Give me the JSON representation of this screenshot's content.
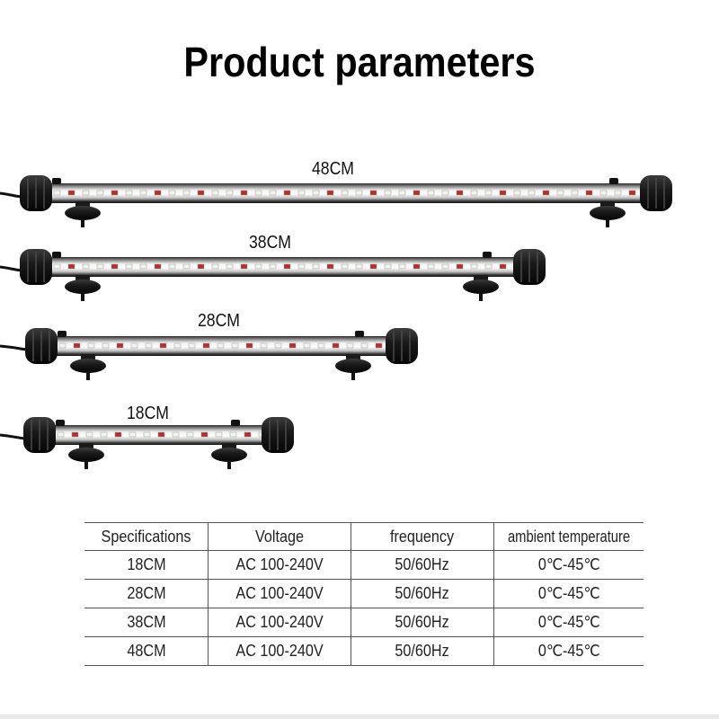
{
  "title": "Product parameters",
  "lamps": [
    {
      "label": "48CM"
    },
    {
      "label": "38CM"
    },
    {
      "label": "28CM"
    },
    {
      "label": "18CM"
    }
  ],
  "table": {
    "headers": [
      "Specifications",
      "Voltage",
      "frequency",
      "ambient temperature"
    ],
    "rows": [
      [
        "18CM",
        "AC 100-240V",
        "50/60Hz",
        "0℃-45℃"
      ],
      [
        "28CM",
        "AC 100-240V",
        "50/60Hz",
        "0℃-45℃"
      ],
      [
        "38CM",
        "AC 100-240V",
        "50/60Hz",
        "0℃-45℃"
      ],
      [
        "48CM",
        "AC 100-240V",
        "50/60Hz",
        "0℃-45℃"
      ]
    ]
  },
  "colors": {
    "led_red": "#b0302a",
    "led_white": "#f4f4ee",
    "tube_glow": "#d9d9d9",
    "cap": "#111111"
  }
}
